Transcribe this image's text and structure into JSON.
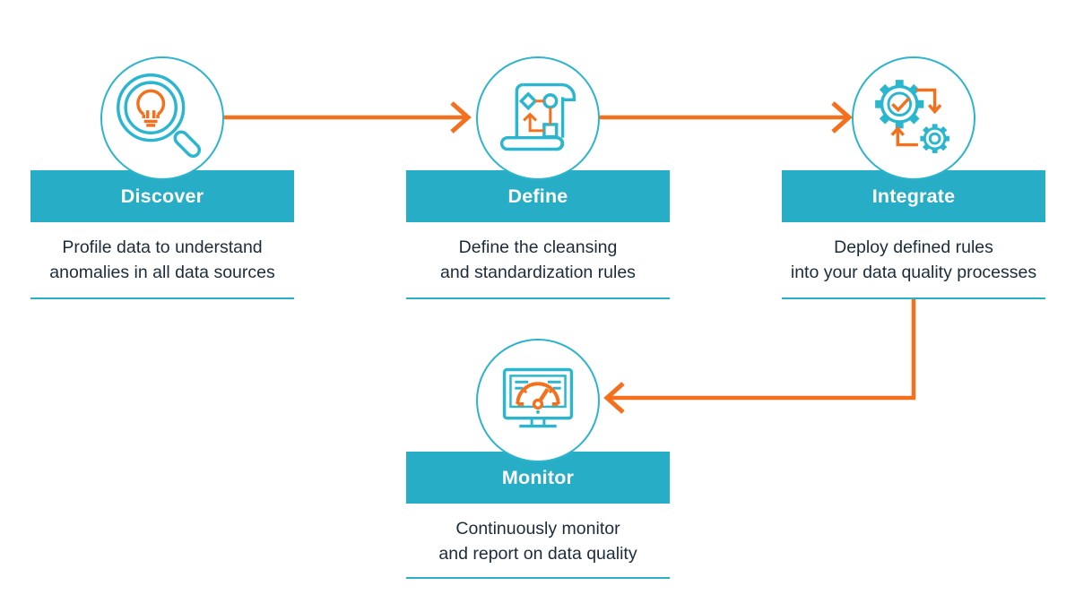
{
  "diagram_name": "data-quality-process",
  "colors": {
    "teal_banner": "#27AEC6",
    "teal_stroke": "#29B6CE",
    "teal_underline": "#2BAFC9",
    "orange_accent": "#F4701D",
    "text": "#1D2C3A",
    "background": "#FFFFFF"
  },
  "steps": [
    {
      "id": "discover",
      "label": "Discover",
      "icon": "magnifier-lightbulb-icon",
      "description_line1": "Profile data to understand",
      "description_line2": "anomalies in all data sources"
    },
    {
      "id": "define",
      "label": "Define",
      "icon": "scroll-flowchart-icon",
      "description_line1": "Define the cleansing",
      "description_line2": "and standardization rules"
    },
    {
      "id": "integrate",
      "label": "Integrate",
      "icon": "gears-sync-icon",
      "description_line1": "Deploy defined rules",
      "description_line2": "into your data quality processes"
    },
    {
      "id": "monitor",
      "label": "Monitor",
      "icon": "dashboard-gauge-icon",
      "description_line1": "Continuously monitor",
      "description_line2": "and report on data quality"
    }
  ],
  "connectors": [
    {
      "from": "Discover",
      "to": "Define",
      "direction": "right"
    },
    {
      "from": "Define",
      "to": "Integrate",
      "direction": "right"
    },
    {
      "from": "Integrate",
      "to": "Monitor",
      "direction": "down-left"
    }
  ]
}
